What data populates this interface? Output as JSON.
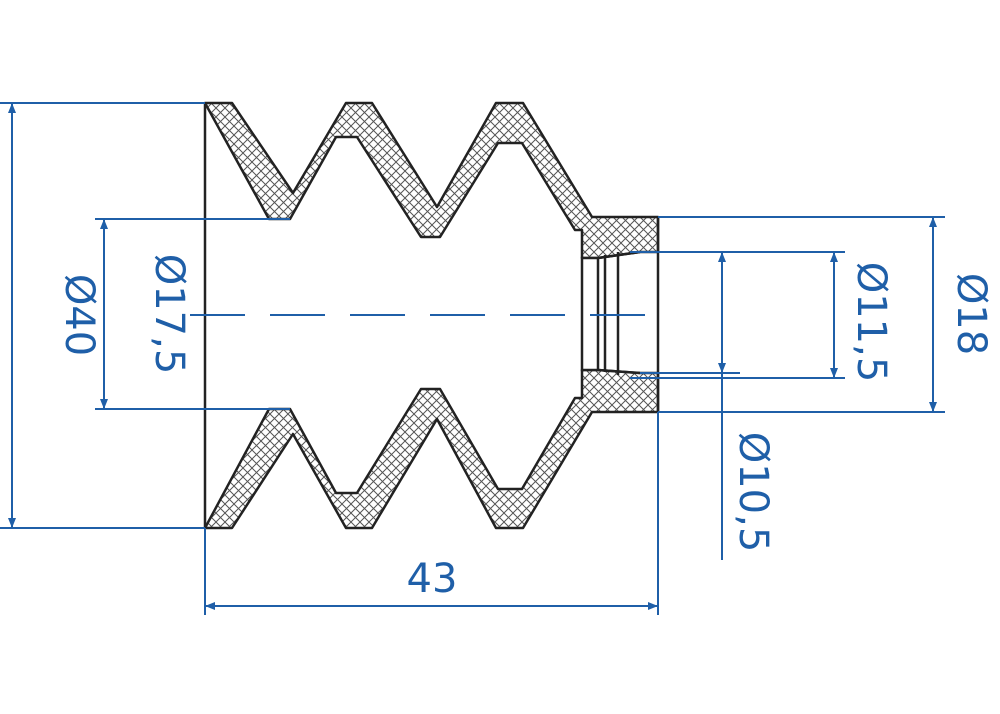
{
  "dimensions": {
    "outer_diameter": "Ø40",
    "inner_bore_diameter": "Ø17,5",
    "length": "43",
    "neck_diameter_small": "Ø11,5",
    "neck_diameter_outer": "Ø18",
    "groove_diameter": "Ø10,5"
  },
  "colors": {
    "dimension": "#1f5fa8",
    "outline": "#222222",
    "hatch": "#555555"
  }
}
